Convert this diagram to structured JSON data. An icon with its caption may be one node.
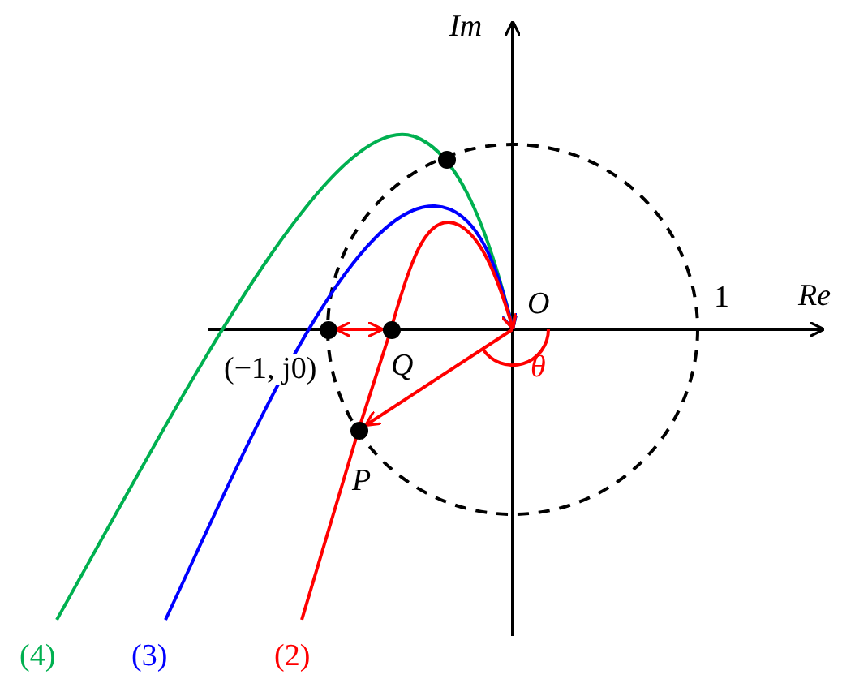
{
  "diagram": {
    "nodes": [
      {
        "text": [],
        "shape": "circle",
        "beside": [
          "(−1, j0)"
        ]
      },
      {
        "text": [],
        "shape": "circle",
        "beside": [
          "Q"
        ]
      },
      {
        "text": [],
        "shape": "circle",
        "beside": [
          "P"
        ]
      },
      {
        "text": [],
        "shape": "circle"
      },
      {
        "text": [
          "O"
        ]
      }
    ],
    "edges": [
      {
        "from": 0,
        "to": 1,
        "arrow": "both",
        "color": "#ff0000"
      },
      {
        "from": 4,
        "to": 2,
        "arrow": "to",
        "color": "#ff0000"
      }
    ],
    "labels": [
      "Im",
      "1",
      "Re",
      "θ",
      "(4)",
      "(3)",
      "(2)"
    ]
  }
}
